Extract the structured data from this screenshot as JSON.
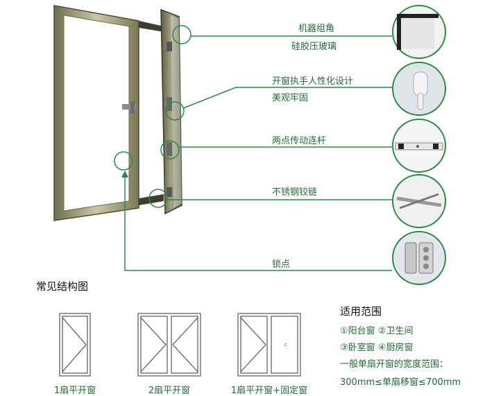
{
  "features": [
    {
      "lines": [
        "机器组角",
        "硅胶压玻璃"
      ]
    },
    {
      "lines": [
        "开窗执手人性化设计",
        "美观牢固"
      ]
    },
    {
      "lines": [
        "两点传动连杆"
      ]
    },
    {
      "lines": [
        "不锈钢铰链"
      ]
    },
    {
      "lines": [
        "锁点"
      ]
    }
  ],
  "structure": {
    "title": "常见结构图",
    "diagrams": [
      {
        "caption": "1扇平开窗"
      },
      {
        "caption": "2扇平开窗"
      },
      {
        "caption": "1扇平开窗+固定窗"
      }
    ]
  },
  "applicable": {
    "title": "适用范围",
    "row1": "①阳台窗 ②卫生间",
    "row2": "③卧室窗 ④厨房窗",
    "note": "一般单扇开窗的宽度范围：",
    "range": "300mm≤单扇移窗≤700mm"
  },
  "colors": {
    "line": "#2a8a45",
    "frame": "#8f8f6a"
  }
}
